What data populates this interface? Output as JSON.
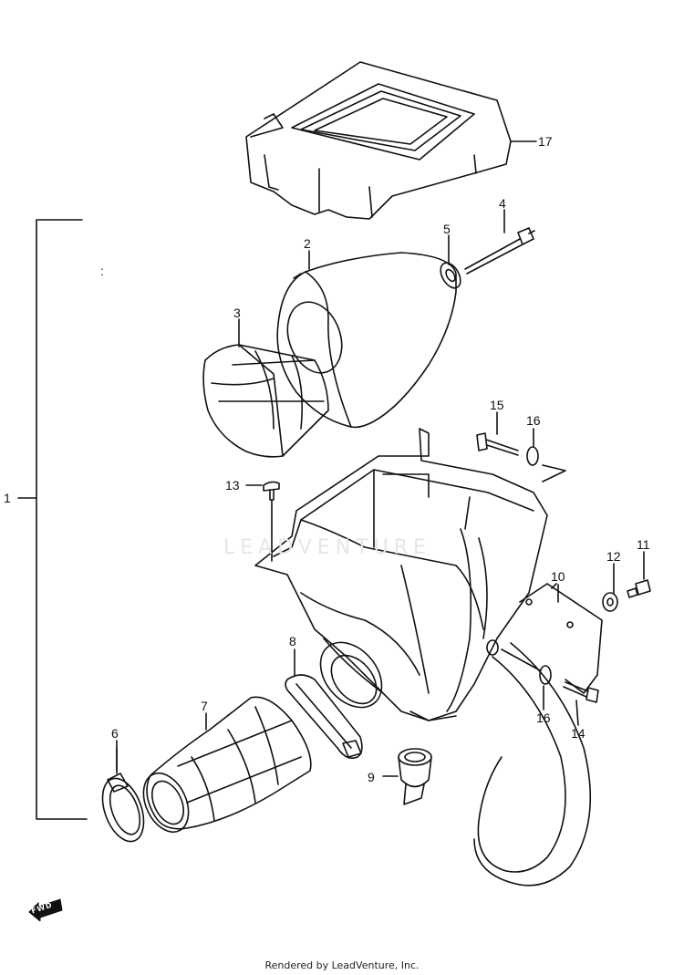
{
  "callouts": [
    "17",
    "4",
    "5",
    "2",
    "3",
    "1",
    "15",
    "16",
    "13",
    "11",
    "12",
    "10",
    "8",
    "7",
    "6",
    "9",
    "16",
    "14"
  ],
  "separator_mark": ":",
  "watermark": "LEADVENTURE",
  "forward_badge": "FWD",
  "footer_text": "Rendered by LeadVenture, Inc.",
  "colors": {
    "line": "#111111",
    "paper": "#ffffff",
    "watermark": "#e6e6e6"
  }
}
